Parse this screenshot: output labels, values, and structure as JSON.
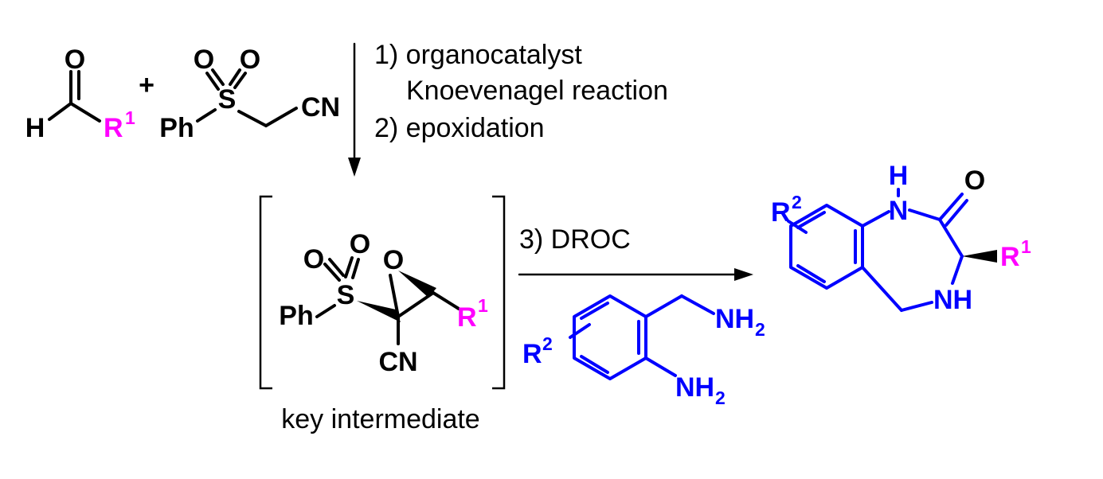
{
  "colors": {
    "black": "#000000",
    "blue": "#0000ff",
    "magenta": "#ff00ff"
  },
  "reactant_aldehyde": {
    "O": "O",
    "H": "H",
    "R": "R",
    "R_sup": "1",
    "plus": "+"
  },
  "reactant_sulfone": {
    "O1": "O",
    "O2": "O",
    "S": "S",
    "Ph": "Ph",
    "CN": "CN"
  },
  "conditions_top": {
    "step1": "1) organocatalyst",
    "step1b": "Knoevenagel reaction",
    "step2": "2) epoxidation"
  },
  "intermediate": {
    "O1": "O",
    "O2": "O",
    "S": "S",
    "Ph": "Ph",
    "epoxide_O": "O",
    "R": "R",
    "R_sup": "1",
    "CN": "CN",
    "label": "key intermediate"
  },
  "conditions_right": {
    "step3": "3) DROC"
  },
  "diamine": {
    "R": "R",
    "R_sup": "2",
    "NH2_top": "NH",
    "NH2_top_sub": "2",
    "NH2_bottom": "NH",
    "NH2_bottom_sub": "2"
  },
  "product": {
    "R2": "R",
    "R2_sup": "2",
    "H": "H",
    "N1": "N",
    "O": "O",
    "R1": "R",
    "R1_sup": "1",
    "NH": "NH"
  }
}
